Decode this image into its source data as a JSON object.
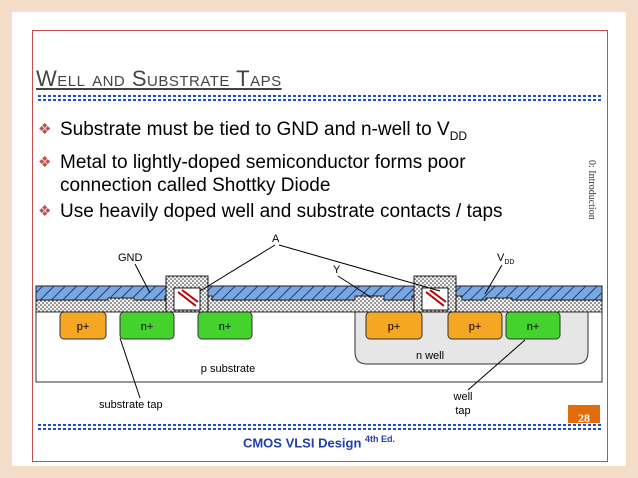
{
  "slide": {
    "title": "Well and Substrate Taps",
    "bullets": [
      {
        "text": "Substrate must be tied to GND and n-well to V",
        "sub": "DD"
      },
      {
        "text": "Metal to lightly-doped semiconductor forms poor connection called Shottky Diode",
        "sub": ""
      },
      {
        "text": "Use heavily doped well and substrate contacts / taps",
        "sub": ""
      }
    ],
    "side_label": "0: Introduction",
    "page_number": "28",
    "footer": {
      "text": "CMOS VLSI Design ",
      "sup": "4th Ed."
    }
  },
  "diagram": {
    "labels": {
      "gnd": "GND",
      "vdd": "V",
      "vdd_sub": "DD",
      "a": "A",
      "y": "Y",
      "n_well": "n well",
      "p_substrate": "p substrate",
      "substrate_tap": "substrate tap",
      "well_tap_1": "well",
      "well_tap_2": "tap"
    },
    "regions": [
      "p+",
      "n+",
      "n+",
      "p+",
      "p+",
      "n+"
    ],
    "colors": {
      "p_plus": "#f5a623",
      "n_plus": "#44d32c",
      "n_well": "#e6e6e6",
      "metal": "#7aa7e0",
      "oxide": "#d9d9d9"
    }
  }
}
